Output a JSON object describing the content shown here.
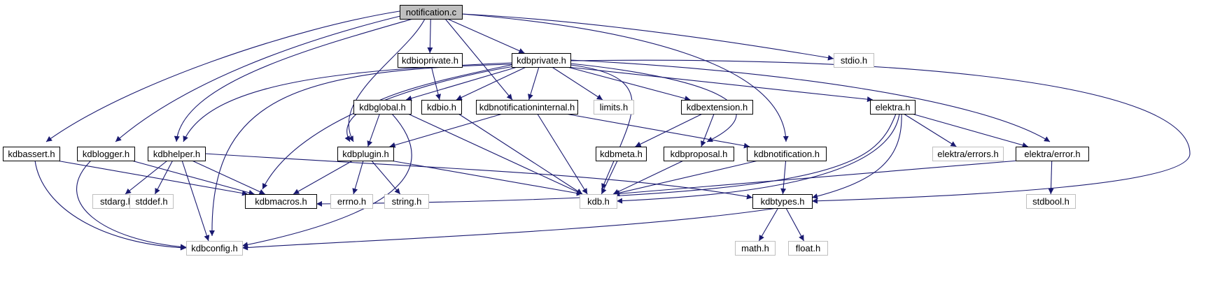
{
  "colors": {
    "edge": "#191970",
    "root_fill": "#bfbfbf",
    "documented_border": "#000000",
    "undocumented_border": "#bfbfbf",
    "node_fill": "#ffffff"
  },
  "nodes": [
    {
      "id": "notification_c",
      "label": "notification.c",
      "kind": "root"
    },
    {
      "id": "kdbioprivate_h",
      "label": "kdbioprivate.h",
      "kind": "documented"
    },
    {
      "id": "kdbprivate_h",
      "label": "kdbprivate.h",
      "kind": "documented"
    },
    {
      "id": "stdio_h",
      "label": "stdio.h",
      "kind": "external"
    },
    {
      "id": "kdbglobal_h",
      "label": "kdbglobal.h",
      "kind": "documented"
    },
    {
      "id": "kdbio_h",
      "label": "kdbio.h",
      "kind": "documented"
    },
    {
      "id": "kdbnotificationinternal_h",
      "label": "kdbnotificationinternal.h",
      "kind": "documented"
    },
    {
      "id": "limits_h",
      "label": "limits.h",
      "kind": "external"
    },
    {
      "id": "kdbextension_h",
      "label": "kdbextension.h",
      "kind": "documented"
    },
    {
      "id": "elektra_h",
      "label": "elektra.h",
      "kind": "documented"
    },
    {
      "id": "kdbassert_h",
      "label": "kdbassert.h",
      "kind": "documented"
    },
    {
      "id": "kdblogger_h",
      "label": "kdblogger.h",
      "kind": "documented"
    },
    {
      "id": "kdbhelper_h",
      "label": "kdbhelper.h",
      "kind": "documented"
    },
    {
      "id": "kdbplugin_h",
      "label": "kdbplugin.h",
      "kind": "documented"
    },
    {
      "id": "kdbmeta_h",
      "label": "kdbmeta.h",
      "kind": "documented"
    },
    {
      "id": "kdbproposal_h",
      "label": "kdbproposal.h",
      "kind": "documented"
    },
    {
      "id": "kdbnotification_h",
      "label": "kdbnotification.h",
      "kind": "documented"
    },
    {
      "id": "elektra_errors_h",
      "label": "elektra/errors.h",
      "kind": "external"
    },
    {
      "id": "elektra_error_h",
      "label": "elektra/error.h",
      "kind": "documented"
    },
    {
      "id": "stdarg_h",
      "label": "stdarg.h",
      "kind": "external"
    },
    {
      "id": "stddef_h",
      "label": "stddef.h",
      "kind": "external"
    },
    {
      "id": "kdbmacros_h",
      "label": "kdbmacros.h",
      "kind": "documented"
    },
    {
      "id": "errno_h",
      "label": "errno.h",
      "kind": "external"
    },
    {
      "id": "string_h",
      "label": "string.h",
      "kind": "external"
    },
    {
      "id": "kdb_h",
      "label": "kdb.h",
      "kind": "external"
    },
    {
      "id": "kdbtypes_h",
      "label": "kdbtypes.h",
      "kind": "documented"
    },
    {
      "id": "stdbool_h",
      "label": "stdbool.h",
      "kind": "external"
    },
    {
      "id": "kdbconfig_h",
      "label": "kdbconfig.h",
      "kind": "external"
    },
    {
      "id": "math_h",
      "label": "math.h",
      "kind": "external"
    },
    {
      "id": "float_h",
      "label": "float.h",
      "kind": "external"
    }
  ],
  "edges": [
    [
      "notification_c",
      "kdbioprivate_h"
    ],
    [
      "notification_c",
      "kdbprivate_h"
    ],
    [
      "notification_c",
      "stdio_h"
    ],
    [
      "notification_c",
      "kdbnotificationinternal_h"
    ],
    [
      "notification_c",
      "kdbassert_h"
    ],
    [
      "notification_c",
      "kdblogger_h"
    ],
    [
      "notification_c",
      "kdbhelper_h"
    ],
    [
      "notification_c",
      "kdbplugin_h"
    ],
    [
      "notification_c",
      "kdbnotification_h"
    ],
    [
      "kdbioprivate_h",
      "kdbio_h"
    ],
    [
      "kdbprivate_h",
      "kdbglobal_h"
    ],
    [
      "kdbprivate_h",
      "kdbio_h"
    ],
    [
      "kdbprivate_h",
      "kdbnotificationinternal_h"
    ],
    [
      "kdbprivate_h",
      "limits_h"
    ],
    [
      "kdbprivate_h",
      "kdbextension_h"
    ],
    [
      "kdbprivate_h",
      "elektra_h"
    ],
    [
      "kdbprivate_h",
      "elektra_error_h"
    ],
    [
      "kdbprivate_h",
      "kdbhelper_h"
    ],
    [
      "kdbprivate_h",
      "kdbplugin_h"
    ],
    [
      "kdbprivate_h",
      "kdbproposal_h"
    ],
    [
      "kdbprivate_h",
      "kdbmacros_h"
    ],
    [
      "kdbprivate_h",
      "kdbconfig_h"
    ],
    [
      "kdbprivate_h",
      "kdb_h"
    ],
    [
      "kdbprivate_h",
      "kdbtypes_h"
    ],
    [
      "kdbglobal_h",
      "kdbplugin_h"
    ],
    [
      "kdbglobal_h",
      "kdb_h"
    ],
    [
      "kdbglobal_h",
      "kdbconfig_h"
    ],
    [
      "kdbio_h",
      "kdb_h"
    ],
    [
      "kdbnotificationinternal_h",
      "kdbplugin_h"
    ],
    [
      "kdbnotificationinternal_h",
      "kdbnotification_h"
    ],
    [
      "kdbnotificationinternal_h",
      "kdb_h"
    ],
    [
      "kdbextension_h",
      "kdbmeta_h"
    ],
    [
      "kdbextension_h",
      "kdbproposal_h"
    ],
    [
      "elektra_h",
      "elektra_errors_h"
    ],
    [
      "elektra_h",
      "elektra_error_h"
    ],
    [
      "elektra_h",
      "kdb_h"
    ],
    [
      "elektra_h",
      "kdbtypes_h"
    ],
    [
      "elektra_h",
      "kdbmacros_h"
    ],
    [
      "kdbassert_h",
      "kdbmacros_h"
    ],
    [
      "kdbassert_h",
      "kdbconfig_h"
    ],
    [
      "kdblogger_h",
      "kdbmacros_h"
    ],
    [
      "kdblogger_h",
      "kdbconfig_h"
    ],
    [
      "kdbhelper_h",
      "stdarg_h"
    ],
    [
      "kdbhelper_h",
      "stddef_h"
    ],
    [
      "kdbhelper_h",
      "kdbmacros_h"
    ],
    [
      "kdbhelper_h",
      "kdbconfig_h"
    ],
    [
      "kdbhelper_h",
      "kdbtypes_h"
    ],
    [
      "kdbplugin_h",
      "kdbmacros_h"
    ],
    [
      "kdbplugin_h",
      "errno_h"
    ],
    [
      "kdbplugin_h",
      "string_h"
    ],
    [
      "kdbplugin_h",
      "kdb_h"
    ],
    [
      "kdbmeta_h",
      "kdb_h"
    ],
    [
      "kdbproposal_h",
      "kdb_h"
    ],
    [
      "kdbnotification_h",
      "kdb_h"
    ],
    [
      "kdbnotification_h",
      "kdbtypes_h"
    ],
    [
      "elektra_error_h",
      "kdb_h"
    ],
    [
      "elektra_error_h",
      "stdbool_h"
    ],
    [
      "kdbtypes_h",
      "kdbconfig_h"
    ],
    [
      "kdbtypes_h",
      "math_h"
    ],
    [
      "kdbtypes_h",
      "float_h"
    ]
  ]
}
